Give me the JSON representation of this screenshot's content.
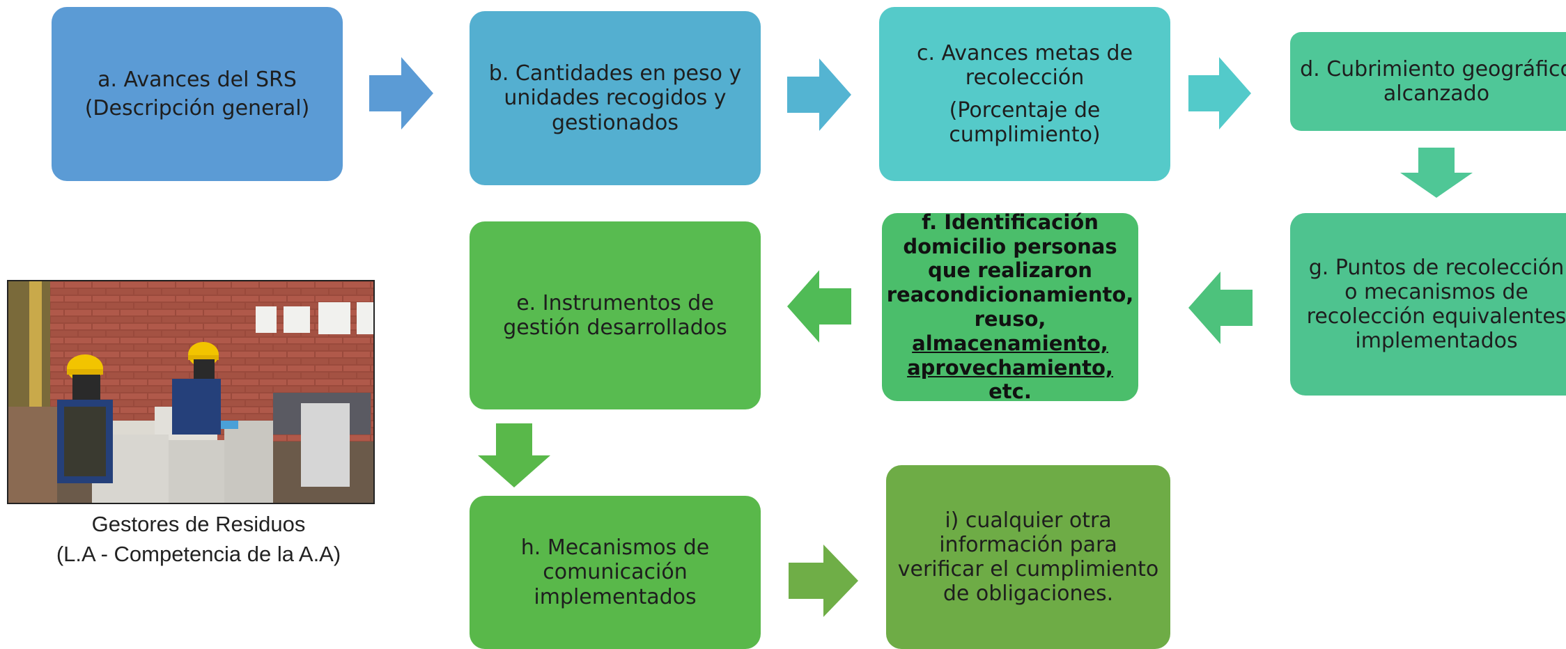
{
  "boxes": {
    "a": {
      "line1": "a. Avances del SRS",
      "line2": "(Descripción general)",
      "color": "#5B9BD5"
    },
    "b": {
      "line1": "b. Cantidades en peso y unidades recogidos y gestionados",
      "color": "#54AFD0"
    },
    "c": {
      "line1": "c. Avances metas de recolección",
      "line2": "(Porcentaje de cumplimiento)",
      "color": "#55CAC9"
    },
    "d": {
      "line1": "d. Cubrimiento geográfico alcanzado",
      "color": "#4FC798"
    },
    "g": {
      "line1": "g. Puntos de recolección o mecanismos de recolección equivalentes implementados",
      "color": "#4EC38F"
    },
    "f": {
      "line1": "f. Identificación domicilio personas que realizaron reacondicionamiento, reuso,",
      "line2": "almacenamiento, aprovechamiento,",
      "line3": "etc.",
      "color": "#4BBE6B"
    },
    "e": {
      "line1": "e. Instrumentos de gestión desarrollados",
      "color": "#58BB50"
    },
    "h": {
      "line1": "h. Mecanismos de comunicación implementados",
      "color": "#59B84A"
    },
    "i": {
      "line1": "i) cualquier otra información para verificar el cumplimiento de obligaciones.",
      "color": "#6EAC46"
    }
  },
  "photo": {
    "caption_line1": "Gestores de Residuos",
    "caption_line2": "(L.A - Competencia de la A.A)"
  },
  "arrow_colors": {
    "a_to_b": "#5B9BD5",
    "b_to_c": "#54B4D2",
    "c_to_d": "#53CACA",
    "d_to_g": "#4FC796",
    "g_to_f": "#4DC27C",
    "f_to_e": "#50BB56",
    "e_to_h": "#59B84A",
    "h_to_i": "#6FAE47"
  }
}
